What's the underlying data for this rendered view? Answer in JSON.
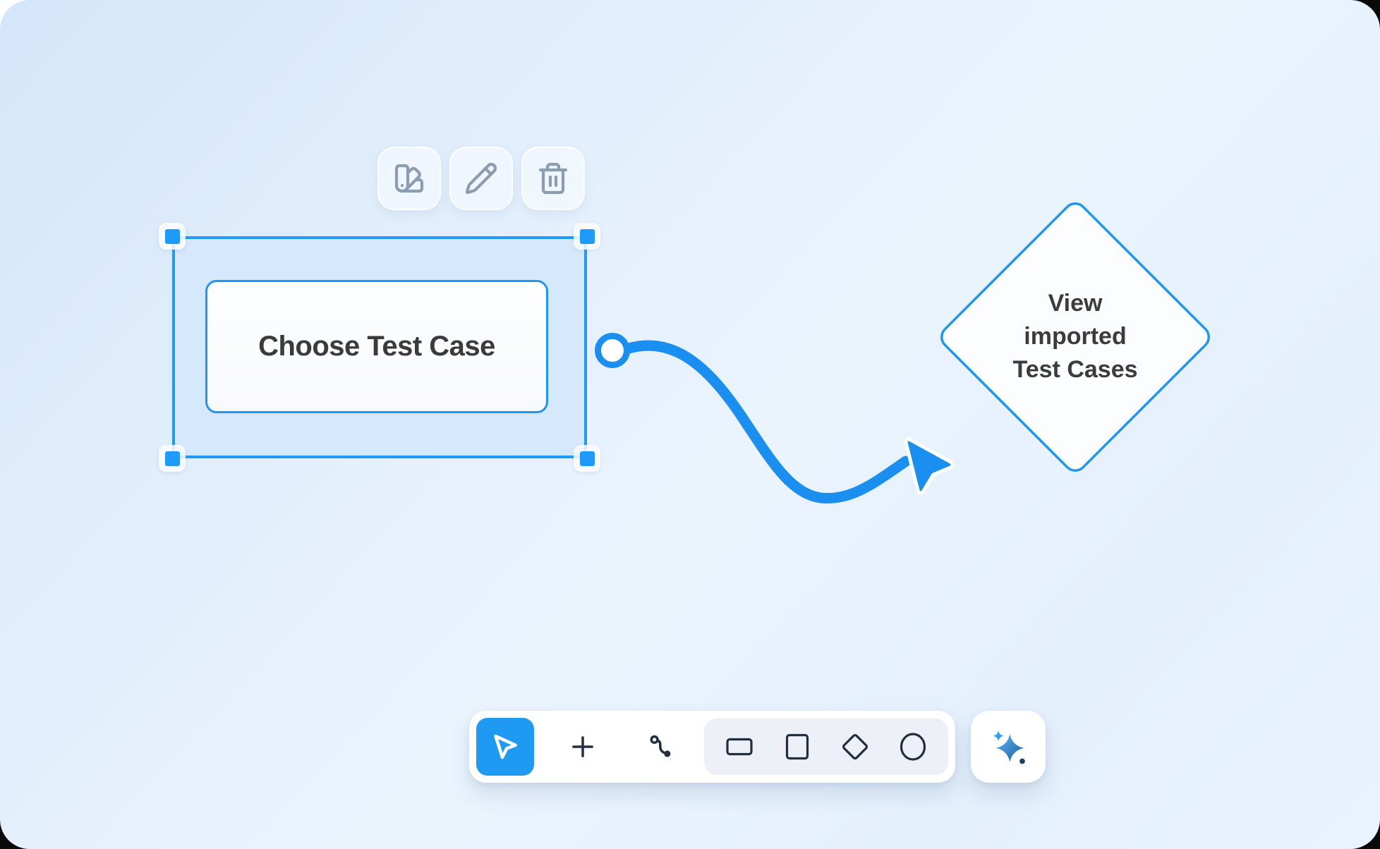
{
  "canvas": {
    "type": "whiteboard",
    "colors": {
      "accent": "#1e96f2",
      "selection_fill": "#d6e8fb",
      "background_top": "#d4e6fa",
      "background_center": "#ebf4fd",
      "icon_dark": "#232f3e",
      "icon_muted": "#8c9db2",
      "node_text": "#3b3b3b"
    }
  },
  "context_toolbar": {
    "items": [
      {
        "name": "style",
        "icon": "color-swatches-icon"
      },
      {
        "name": "edit",
        "icon": "pencil-icon"
      },
      {
        "name": "delete",
        "icon": "trash-icon"
      }
    ]
  },
  "diagram": {
    "process_node": {
      "label": "Choose Test Case",
      "selected": true
    },
    "decision_node": {
      "lines": [
        "View",
        "imported",
        "Test Cases"
      ]
    },
    "connector": {
      "style": "curved",
      "start": "circle",
      "end": "cursor-arrow"
    }
  },
  "toolbar": {
    "tools": [
      {
        "name": "select",
        "icon": "cursor-icon",
        "active": true
      },
      {
        "name": "add",
        "icon": "plus-icon",
        "active": false
      },
      {
        "name": "connector",
        "icon": "spline-icon",
        "active": false
      }
    ],
    "shapes": [
      {
        "name": "rectangle",
        "icon": "rectangle-icon"
      },
      {
        "name": "square",
        "icon": "square-icon"
      },
      {
        "name": "diamond",
        "icon": "diamond-icon"
      },
      {
        "name": "ellipse",
        "icon": "ellipse-icon"
      }
    ],
    "ai": {
      "name": "ai-assistant",
      "icon": "sparkles-icon"
    }
  }
}
